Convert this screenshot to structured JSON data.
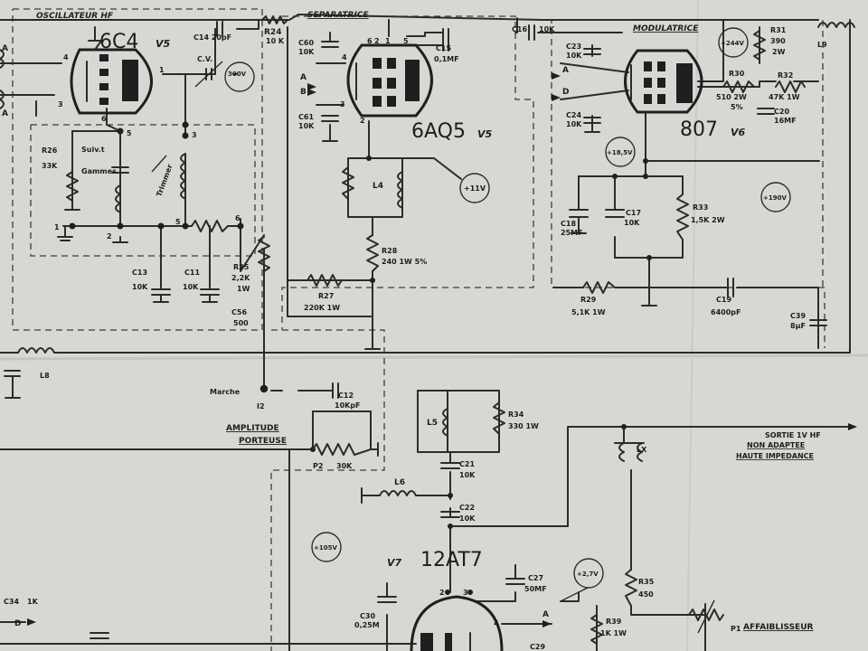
{
  "sections": {
    "osc": "OSCILLATEUR HF",
    "sep": "SEPARATRICE",
    "mod": "MODULATRICE"
  },
  "tubes": [
    {
      "name": "6C4",
      "ref": "V5"
    },
    {
      "name": "6AQ5",
      "ref": "V5"
    },
    {
      "name": "807",
      "ref": "V6"
    },
    {
      "name": "12AT7",
      "ref": "V7"
    }
  ],
  "voltages": [
    "300V",
    "+244V",
    "+11V",
    "+18,5V",
    "+190V",
    "+105V",
    "+2,7V"
  ],
  "components": {
    "c14": "C14 20pF",
    "r24": "R24",
    "r24v": "10 K",
    "cv": "C.V.",
    "c60": "C60",
    "c60v": "10K",
    "c61": "C61",
    "c61v": "10K",
    "c15": "C15",
    "c15v": "0,1MF",
    "c16": "C16",
    "c16v": "10K",
    "c23": "C23",
    "c23v": "10K",
    "c24": "C24",
    "c24v": "10K",
    "r31": "R31",
    "r31v": "390",
    "r31w": "2W",
    "l9": "L9",
    "r30": "R30",
    "r30v": "510 2W",
    "r30t": "5%",
    "r32": "R32",
    "r32v": "47K 1W",
    "c20": "C20",
    "c20v": "16MF",
    "r26": "R26",
    "r26v": "33K",
    "suiv": "Suiv.t",
    "gammes": "Gammes",
    "trimmer": "Trimmer",
    "l4": "L4",
    "r28": "R28",
    "r28v": "240 1W 5%",
    "c18": "C18",
    "c18v": "25MF",
    "c17": "C17",
    "c17v": "10K",
    "r33": "R33",
    "r33v": "1,5K 2W",
    "c13": "C13",
    "c13v": "10K",
    "c11": "C11",
    "c11v": "10K",
    "r25": "R25",
    "r25v": "2,2K",
    "r25w": "1W",
    "r27": "R27",
    "r27v": "220K 1W",
    "r29": "R29",
    "r29v": "5,1K 1W",
    "c19": "C19",
    "c19v": "6400pF",
    "c39": "C39",
    "c39v": "8μF",
    "c56": "C56",
    "c56v": "500",
    "l8": "L8",
    "marche": "Marche",
    "i2": "I2",
    "c12": "C12",
    "c12v": "10KpF",
    "amp1": "AMPLITUDE",
    "amp2": "PORTEUSE",
    "p2": "P2",
    "p2v": "30K",
    "l5": "L5",
    "r34": "R34",
    "r34v": "330 1W",
    "c21": "C21",
    "c21v": "10K",
    "l6": "L6",
    "c22": "C22",
    "c22v": "10K",
    "sortie1": "SORTIE 1V HF",
    "sortie2": "NON ADAPTEE",
    "sortie3": "HAUTE IMPEDANCE",
    "lx": "LX",
    "r35": "R35",
    "r35v": "450",
    "c27": "C27",
    "c27v": "50MF",
    "c30": "C30",
    "c30v": "0,25M",
    "c34": "C34",
    "c34v": "1K",
    "r39": "R39",
    "r39v": "1K 1W",
    "c29": "C29",
    "p1": "P1",
    "affaib": "AFFAIBLISSEUR"
  },
  "pins": [
    "4",
    "5",
    "1",
    "3",
    "6",
    "2",
    "1",
    "6",
    "5",
    "3",
    "2",
    "4",
    "3",
    "2",
    "1",
    "5",
    "6",
    "3",
    "2",
    "4"
  ],
  "arrows": [
    "A",
    "B",
    "A",
    "D",
    "A",
    "D",
    "A",
    "A"
  ]
}
